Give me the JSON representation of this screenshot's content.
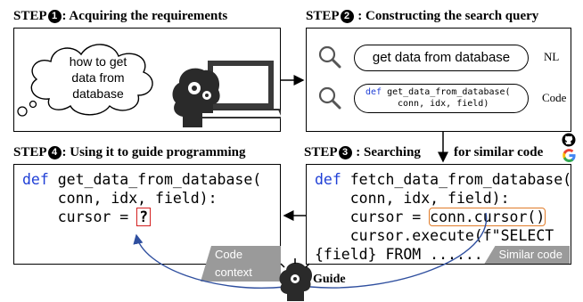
{
  "step1": {
    "prefix": "STEP",
    "badge": "1",
    "label": ": Acquiring the requirements",
    "cloud_text": "how to get\ndata from\ndatabase"
  },
  "step2": {
    "prefix": "STEP",
    "badge": "2",
    "label": " : Constructing the search query",
    "nl_query": "get data from database",
    "nl_tag": "NL",
    "code_query_kw": "def",
    "code_query_line1": " get_data_from_database(",
    "code_query_line2": "conn, idx, field)",
    "code_tag": "Code"
  },
  "step3": {
    "prefix": "STEP",
    "badge": "3",
    "label_a": " : Searching",
    "label_b": "for similar  code",
    "code": {
      "kw": "def",
      "line1": " fetch_data_from_database(",
      "line2": "    conn, idx, field):",
      "line3a": "    cursor = ",
      "line3b": "conn.cursor()",
      "line4": "    cursor.execute(f\"SELECT",
      "line5": "{field} FROM ......"
    },
    "tag": "Similar code"
  },
  "step4": {
    "prefix": "STEP",
    "badge": "4",
    "label": ": Using it to guide programming",
    "code": {
      "kw": "def",
      "line1": " get_data_from_database(",
      "line2": "    conn, idx, field):",
      "line3a": "    cursor = ",
      "placeholder": "?"
    },
    "tag": "Code context"
  },
  "guide": {
    "label": "Guide"
  },
  "colors": {
    "keyword": "#1f3fd6",
    "highlight_orange": "#e07b28",
    "placeholder_red": "#d42020",
    "arrow_blue": "#2f4f9f",
    "tag_gray": "#9a9a9a"
  },
  "icons": [
    "cloud-icon",
    "laptop-icon",
    "thinking-head-icon",
    "search-icon",
    "github-icon",
    "google-icon",
    "idea-head-icon"
  ]
}
